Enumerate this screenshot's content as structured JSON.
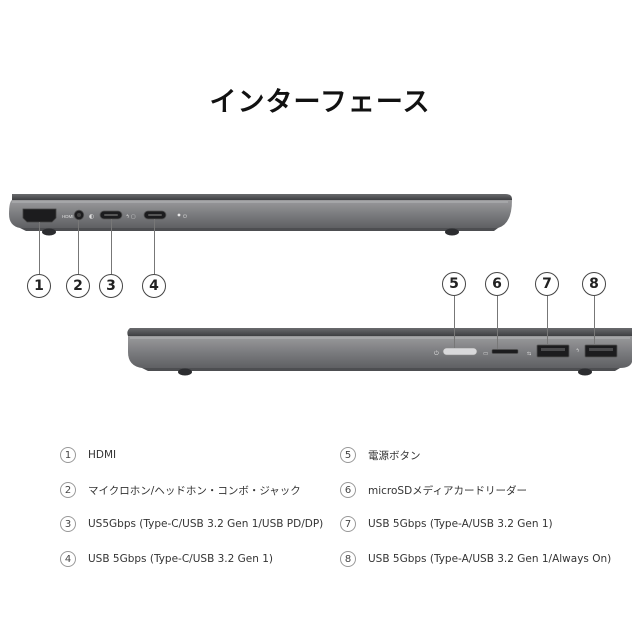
{
  "title": "インターフェース",
  "callouts_left": [
    "1",
    "2",
    "3",
    "4"
  ],
  "callouts_right": [
    "5",
    "6",
    "7",
    "8"
  ],
  "port_marks": {
    "hdmi": "HDMI"
  },
  "legend": [
    {
      "num": "1",
      "text": "HDMI"
    },
    {
      "num": "2",
      "text": "マイクロホン/ヘッドホン・コンボ・ジャック"
    },
    {
      "num": "3",
      "text": "US5Gbps (Type-C/USB 3.2 Gen 1/USB PD/DP)"
    },
    {
      "num": "4",
      "text": "USB 5Gbps (Type-C/USB 3.2 Gen 1)"
    },
    {
      "num": "5",
      "text": "電源ボタン"
    },
    {
      "num": "6",
      "text": "microSDメディアカードリーダー"
    },
    {
      "num": "7",
      "text": "USB 5Gbps (Type-A/USB 3.2 Gen 1)"
    },
    {
      "num": "8",
      "text": "USB 5Gbps (Type-A/USB 3.2 Gen 1/Always On)"
    }
  ]
}
